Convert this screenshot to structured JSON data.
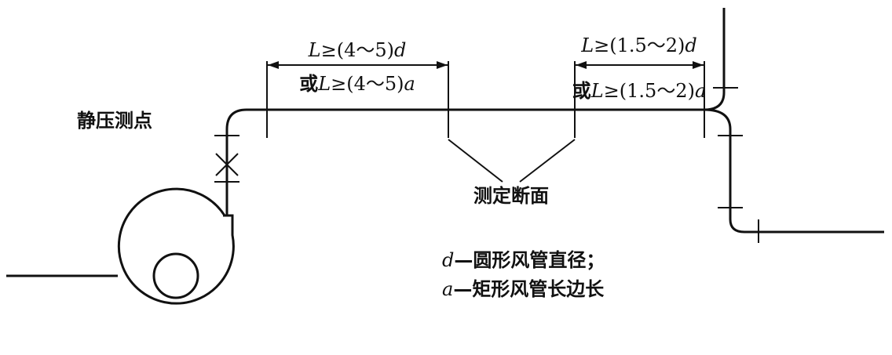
{
  "labels": {
    "static_pressure_point": "静压测点",
    "measurement_section": "测定断面"
  },
  "dims": {
    "left_top": [
      "L",
      "≥(4～5)",
      "d"
    ],
    "left_bottom": [
      "或",
      "L",
      "≥(4～5)",
      "a"
    ],
    "right_top": [
      "L",
      "≥(1.5～2)",
      "d"
    ],
    "right_bottom": [
      "或",
      "L",
      "≥(1.5～2)",
      "a"
    ]
  },
  "legend": {
    "line1": [
      "d",
      "—圆形风管直径；"
    ],
    "line2": [
      "a",
      "—矩形风管长边长"
    ]
  },
  "colors": {
    "ink": "#111111",
    "background": "#ffffff"
  }
}
